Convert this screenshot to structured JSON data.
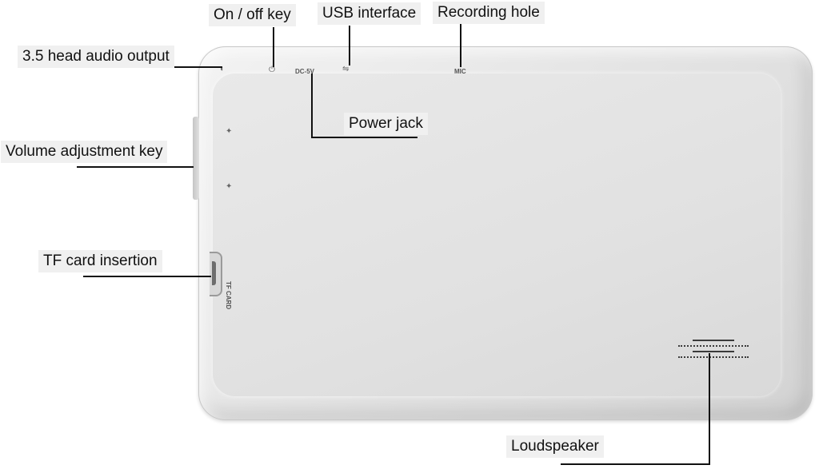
{
  "labels": {
    "on_off_key": "On / off key",
    "usb_interface": "USB interface",
    "recording_hole": "Recording hole",
    "audio_output": "3.5 head audio output",
    "power_jack": "Power jack",
    "volume_key": "Volume adjustment key",
    "tf_card": "TF card insertion",
    "loudspeaker": "Loudspeaker"
  },
  "device_marks": {
    "dc_in": "DC-5V",
    "mic": "MIC",
    "tf_card": "TF CARD"
  },
  "colors": {
    "leader_line": "#111111",
    "label_background": "#f0f0f0",
    "device_body": "#e3e3e3"
  },
  "icons": [
    "headphone-jack-icon",
    "power-icon",
    "usb-icon",
    "volume-up-icon",
    "volume-down-icon"
  ]
}
